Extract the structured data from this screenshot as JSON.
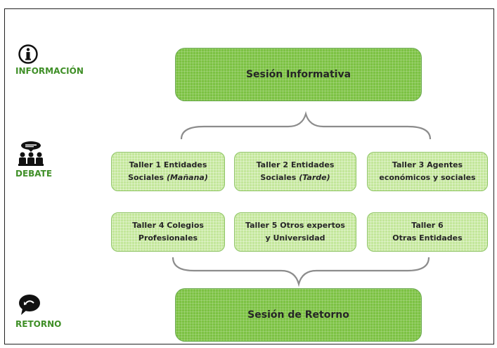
{
  "phases": {
    "informacion": {
      "label": "INFORMACIÓN",
      "icon": "info-icon"
    },
    "debate": {
      "label": "DEBATE",
      "icon": "people-discussion-icon"
    },
    "retorno": {
      "label": "RETORNO",
      "icon": "return-speech-icon"
    }
  },
  "session_info": {
    "label": "Sesión Informativa"
  },
  "workshops": [
    {
      "line1": "Taller 1 Entidades",
      "line2_prefix": "Sociales ",
      "line2_italic": "(Mañana)"
    },
    {
      "line1": "Taller 2 Entidades",
      "line2_prefix": "Sociales ",
      "line2_italic": "(Tarde)"
    },
    {
      "line1": "Taller 3 Agentes",
      "line2_prefix": "económicos y sociales",
      "line2_italic": ""
    },
    {
      "line1": "Taller 4 Colegios",
      "line2_prefix": "Profesionales",
      "line2_italic": ""
    },
    {
      "line1": "Taller 5 Otros expertos",
      "line2_prefix": "y Universidad",
      "line2_italic": ""
    },
    {
      "line1": "Taller 6",
      "line2_prefix": "Otras Entidades",
      "line2_italic": ""
    }
  ],
  "session_return": {
    "label": "Sesión de Retorno"
  },
  "colors": {
    "dark_green": "#7cc243",
    "light_green": "#c3e79a",
    "label_green": "#3f8f27"
  }
}
